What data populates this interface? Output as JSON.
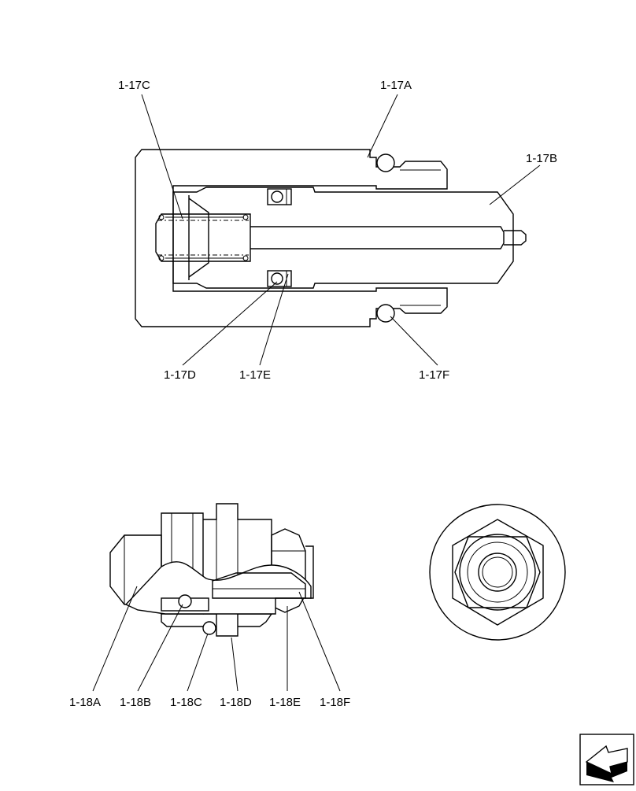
{
  "labels": {
    "c17C": "1-17C",
    "c17A": "1-17A",
    "c17B": "1-17B",
    "c17D": "1-17D",
    "c17E": "1-17E",
    "c17F": "1-17F",
    "c18A": "1-18A",
    "c18B": "1-18B",
    "c18C": "1-18C",
    "c18D": "1-18D",
    "c18E": "1-18E",
    "c18F": "1-18F"
  },
  "icons": {
    "nav": "next-page-arrow-icon"
  }
}
